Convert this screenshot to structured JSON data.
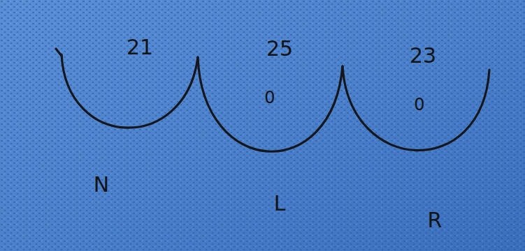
{
  "diagram": {
    "labels": [
      "21",
      "25",
      "23",
      "0",
      "0",
      "N",
      "L",
      "R"
    ]
  }
}
